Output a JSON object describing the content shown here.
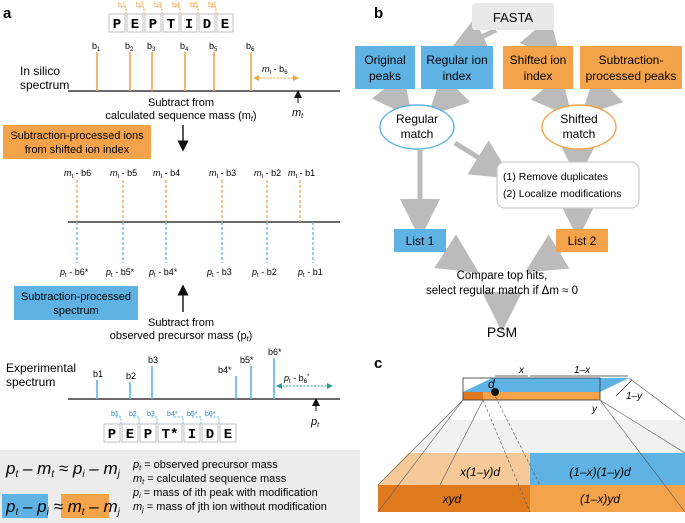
{
  "colors": {
    "orange": "#f5a34b",
    "blue": "#5fb3e4",
    "gray": "#bbbbbb",
    "dark_orange": "#e07a1f",
    "light_orange": "#f6c999",
    "formula_bg": "#ececec"
  },
  "panel_a": {
    "label": "a",
    "peptide_top": [
      "P",
      "E",
      "P",
      "T",
      "I",
      "D",
      "E"
    ],
    "b_top": [
      "b1",
      "b2",
      "b3",
      "b4",
      "b5",
      "b6"
    ],
    "insilico_title_1": "In silico",
    "insilico_title_2": "spectrum",
    "insilico_peaks": [
      {
        "name": "b",
        "sub": "1"
      },
      {
        "name": "b",
        "sub": "2"
      },
      {
        "name": "b",
        "sub": "3"
      },
      {
        "name": "b",
        "sub": "4"
      },
      {
        "name": "b",
        "sub": "5"
      },
      {
        "name": "b",
        "sub": "6"
      }
    ],
    "mt_minus_b6": "m",
    "mt_label": "m",
    "subtract_calc_1": "Subtract from",
    "subtract_calc_2": "calculated sequence mass (m",
    "orange_box_1": "Subtraction-processed ions",
    "orange_box_2": "from shifted ion index",
    "mid_top_labels": [
      "b6",
      "b5",
      "b4",
      "b3",
      "b2",
      "b1"
    ],
    "mid_bottom_labels": [
      "b6*",
      "b5*",
      "b4*",
      "b3",
      "b2",
      "b1"
    ],
    "blue_box_1": "Subtraction-processed",
    "blue_box_2": "spectrum",
    "subtract_obs_1": "Subtract from",
    "subtract_obs_2": "observed precursor mass (p",
    "exp_title_1": "Experimental",
    "exp_title_2": "spectrum",
    "exp_peaks": [
      "b1",
      "b2",
      "b3",
      "b4*",
      "b5*",
      "b6*"
    ],
    "pt_label": "p",
    "peptide_bottom": [
      "P",
      "E",
      "P",
      "T*",
      "I",
      "D",
      "E"
    ],
    "b_bottom": [
      "b1",
      "b2",
      "b3",
      "b4*",
      "b5*",
      "b6*"
    ],
    "formula_1": "p",
    "defs": [
      {
        "sym": "p",
        "sub": "t",
        "text": "= observed precursor mass"
      },
      {
        "sym": "m",
        "sub": "t",
        "text": "= calculated sequence mass"
      },
      {
        "sym": "p",
        "sub": "i",
        "text": "= mass of ith peak with modification"
      },
      {
        "sym": "m",
        "sub": "j",
        "text": "= mass of jth ion without modification"
      }
    ]
  },
  "panel_b": {
    "label": "b",
    "fasta": "FASTA",
    "original_peaks_1": "Original",
    "original_peaks_2": "peaks",
    "regular_index_1": "Regular ion",
    "regular_index_2": "index",
    "shifted_index_1": "Shifted ion",
    "shifted_index_2": "index",
    "subtraction_peaks_1": "Subtraction-",
    "subtraction_peaks_2": "processed peaks",
    "regular_match_1": "Regular",
    "regular_match_2": "match",
    "shifted_match_1": "Shifted",
    "shifted_match_2": "match",
    "step1": "(1) Remove duplicates",
    "step2": "(2) Localize modifications",
    "list1": "List 1",
    "list2": "List 2",
    "compare_1": "Compare top hits,",
    "compare_2": "select regular match if Δm ≈ 0",
    "psm": "PSM"
  },
  "panel_c": {
    "label": "c",
    "d": "d",
    "x": "x",
    "one_minus_x": "1–x",
    "one_minus_y": "1–y",
    "y": "y",
    "cell_x1my_d": "x(1–y)d",
    "cell_1mx1my_d": "(1–x)(1–y)d",
    "cell_xyd": "xyd",
    "cell_1mxyd": "(1–x)yd"
  }
}
